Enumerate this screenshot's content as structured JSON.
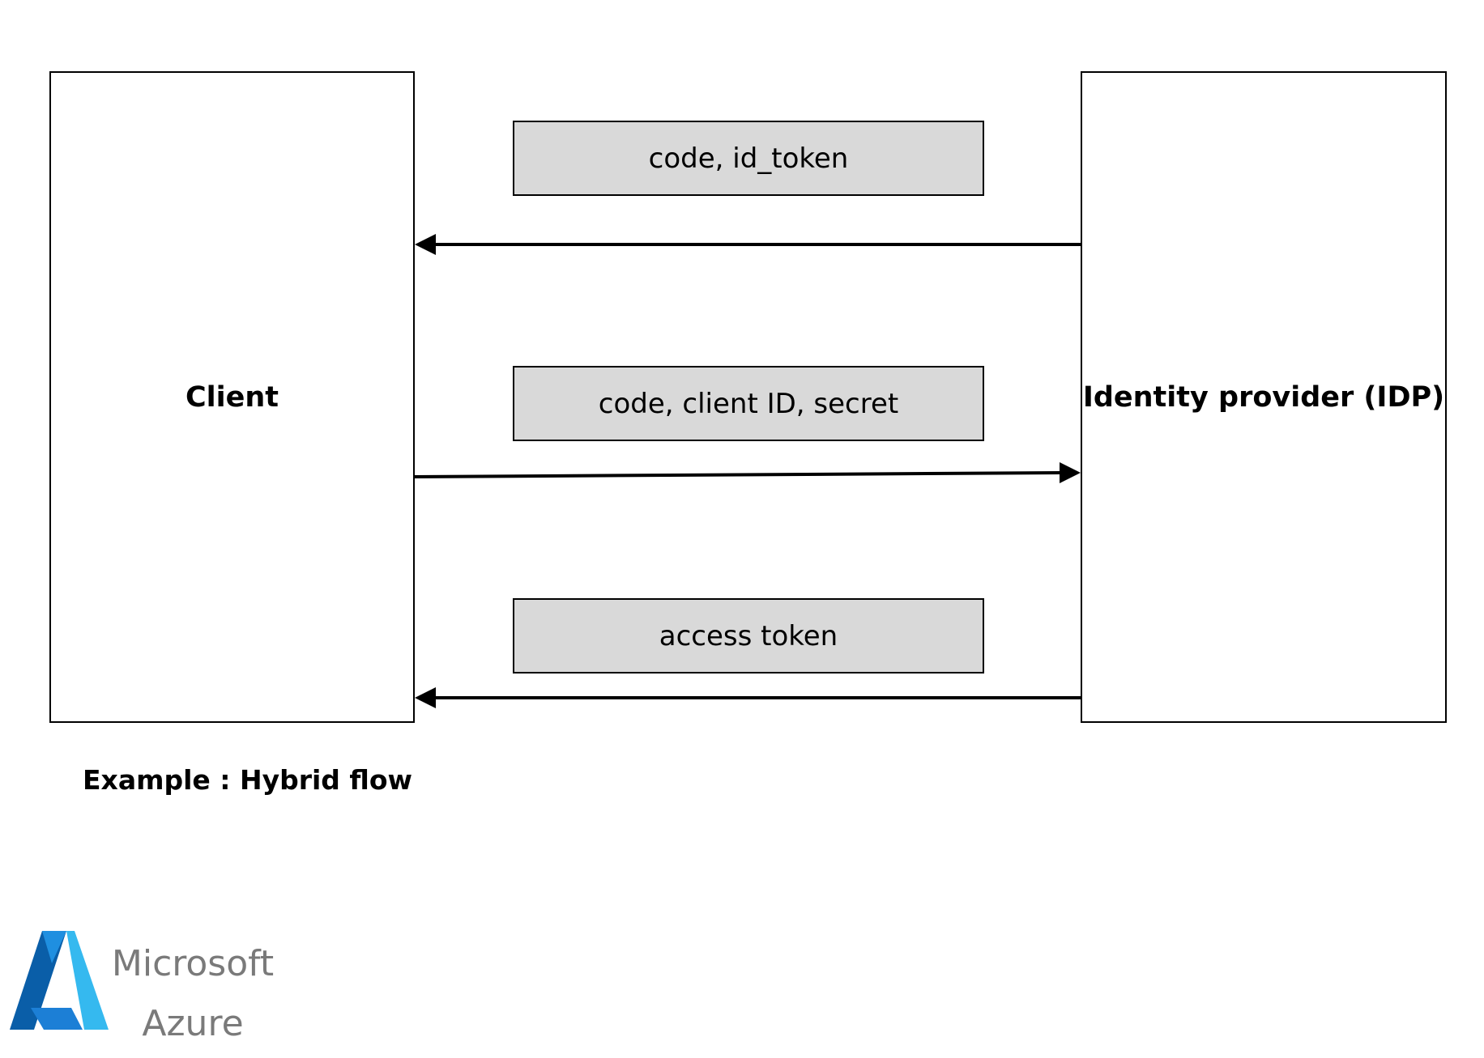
{
  "diagram": {
    "actors": {
      "client": "Client",
      "idp": "Identity provider (IDP)"
    },
    "messages": [
      {
        "label": "code, id_token",
        "direction": "idp-to-client"
      },
      {
        "label": "code, client ID, secret",
        "direction": "client-to-idp"
      },
      {
        "label": "access token",
        "direction": "idp-to-client"
      }
    ],
    "caption": "Example : Hybrid flow"
  },
  "logo": {
    "line1": "Microsoft",
    "line2": "Azure",
    "icon": "azure-logo-icon",
    "colors": {
      "dark": "#0a5ea8",
      "mid": "#1c7fd6",
      "light": "#35b9ef"
    }
  }
}
